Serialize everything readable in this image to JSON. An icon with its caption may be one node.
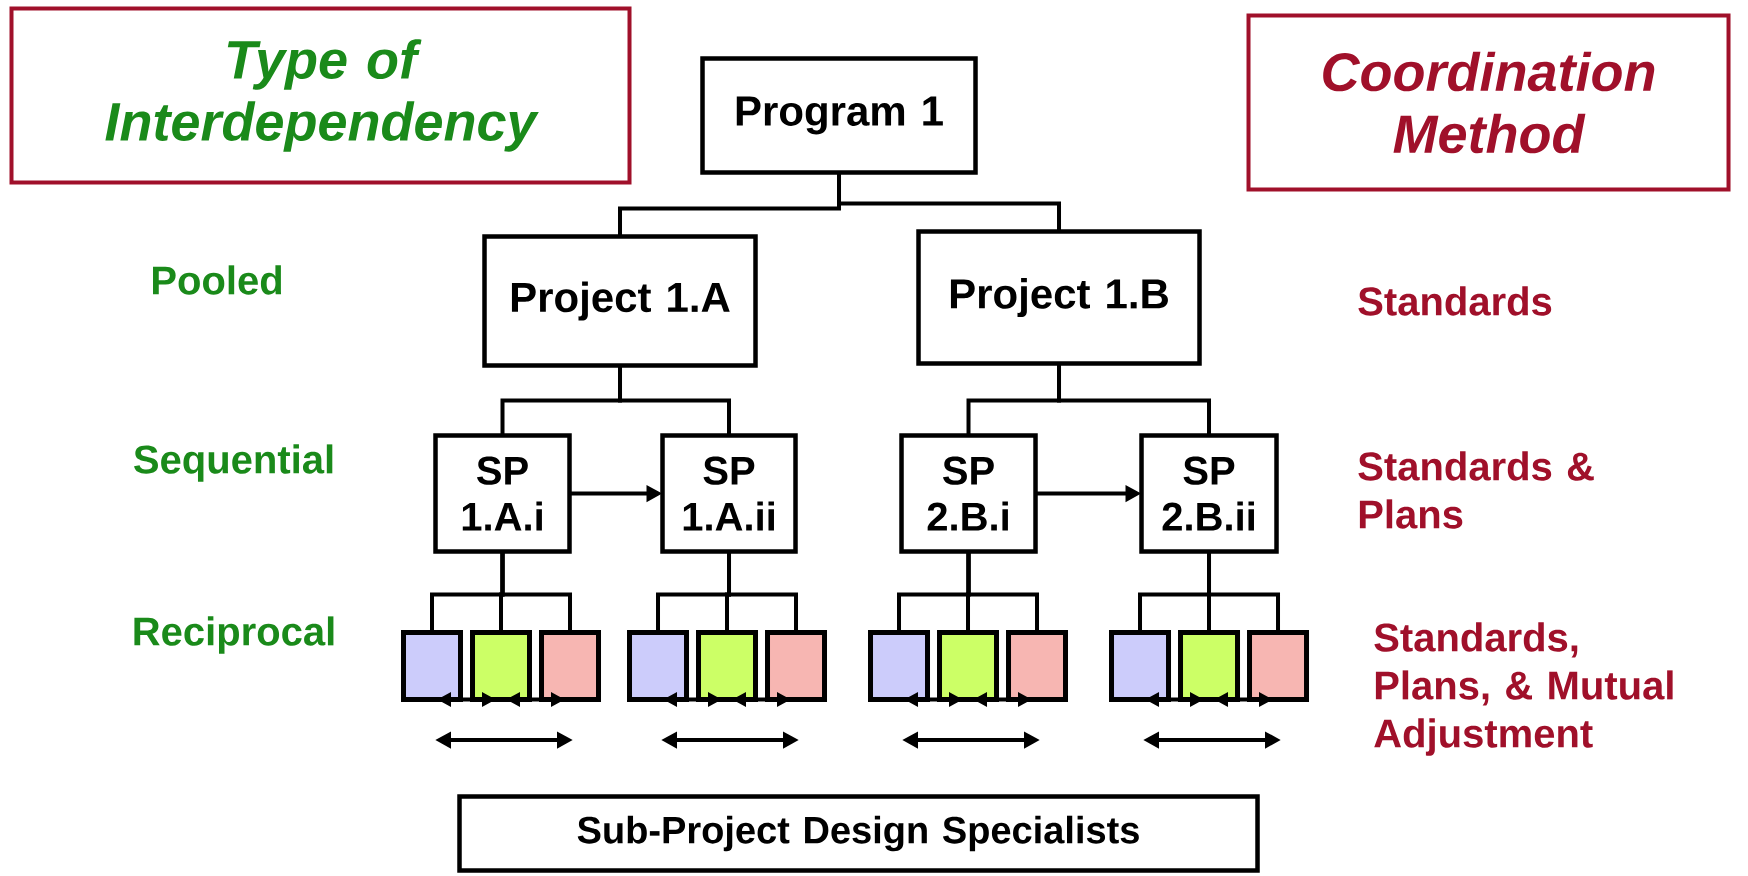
{
  "diagram": {
    "nodes": [
      {
        "text": [
          "Type of Interdependency"
        ]
      },
      {
        "text": [
          "Program 1"
        ]
      },
      {
        "text": [
          "Coordination Method"
        ]
      },
      {
        "text": [
          "Project 1.A"
        ]
      },
      {
        "text": [
          "Project 1.B"
        ]
      },
      {
        "text": [
          "SP 1.A.i"
        ]
      },
      {
        "text": [
          "SP 1.A.ii"
        ]
      },
      {
        "text": [
          "SP 2.B.i"
        ]
      },
      {
        "text": [
          "SP 2.B.ii"
        ]
      },
      {
        "text": [],
        "shape": "box"
      },
      {
        "text": [],
        "shape": "box"
      },
      {
        "text": [],
        "shape": "box"
      },
      {
        "text": [],
        "shape": "box"
      },
      {
        "text": [],
        "shape": "box"
      },
      {
        "text": [],
        "shape": "box"
      },
      {
        "text": [],
        "shape": "box"
      },
      {
        "text": [],
        "shape": "box"
      },
      {
        "text": [],
        "shape": "box"
      },
      {
        "text": [],
        "shape": "box"
      },
      {
        "text": [],
        "shape": "box"
      },
      {
        "text": [],
        "shape": "box"
      },
      {
        "text": [
          "Sub-Project Design Specialists"
        ]
      }
    ],
    "edges": [
      {
        "from": 1,
        "to": 3,
        "arrow": "none"
      },
      {
        "from": 1,
        "to": 4,
        "arrow": "none"
      },
      {
        "from": 3,
        "to": 5,
        "arrow": "none"
      },
      {
        "from": 3,
        "to": 6,
        "arrow": "none"
      },
      {
        "from": 4,
        "to": 7,
        "arrow": "none"
      },
      {
        "from": 4,
        "to": 8,
        "arrow": "none"
      },
      {
        "from": 5,
        "to": 6,
        "arrow": "to"
      },
      {
        "from": 7,
        "to": 8,
        "arrow": "to"
      },
      {
        "from": 5,
        "to": 9,
        "arrow": "none"
      },
      {
        "from": 5,
        "to": 10,
        "arrow": "none"
      },
      {
        "from": 5,
        "to": 11,
        "arrow": "none"
      },
      {
        "from": 6,
        "to": 12,
        "arrow": "none"
      },
      {
        "from": 6,
        "to": 13,
        "arrow": "none"
      },
      {
        "from": 6,
        "to": 14,
        "arrow": "none"
      },
      {
        "from": 7,
        "to": 15,
        "arrow": "none"
      },
      {
        "from": 7,
        "to": 16,
        "arrow": "none"
      },
      {
        "from": 7,
        "to": 17,
        "arrow": "none"
      },
      {
        "from": 8,
        "to": 18,
        "arrow": "none"
      },
      {
        "from": 8,
        "to": 19,
        "arrow": "none"
      },
      {
        "from": 8,
        "to": 20,
        "arrow": "none"
      },
      {
        "from": 9,
        "to": 10,
        "arrow": "both"
      },
      {
        "from": 10,
        "to": 11,
        "arrow": "both"
      },
      {
        "from": 12,
        "to": 13,
        "arrow": "both"
      },
      {
        "from": 13,
        "to": 14,
        "arrow": "both"
      },
      {
        "from": 15,
        "to": 16,
        "arrow": "both"
      },
      {
        "from": 16,
        "to": 17,
        "arrow": "both"
      },
      {
        "from": 18,
        "to": 19,
        "arrow": "both"
      },
      {
        "from": 19,
        "to": 20,
        "arrow": "both"
      }
    ],
    "labels": [
      "Pooled",
      "Standards",
      "Sequential",
      "Standards & Plans",
      "Reciprocal",
      "Standards, Plans, & Mutual Adjustment"
    ]
  }
}
